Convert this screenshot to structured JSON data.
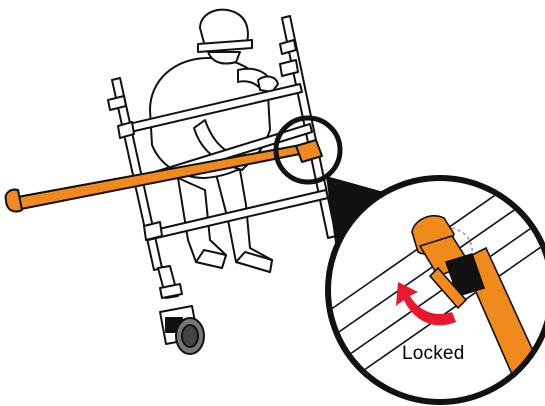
{
  "illustration": {
    "callout_label": "Locked",
    "colors": {
      "brace": "#f08a1c",
      "brace_dark": "#d9700a",
      "arrow": "#e8192c",
      "outline": "#111111",
      "background": "#ffffff"
    },
    "icons": [
      "worker-figure",
      "scaffold-frame",
      "castor-wheel",
      "magnifier-callout",
      "rotate-arrow-icon",
      "brace-hook"
    ]
  }
}
